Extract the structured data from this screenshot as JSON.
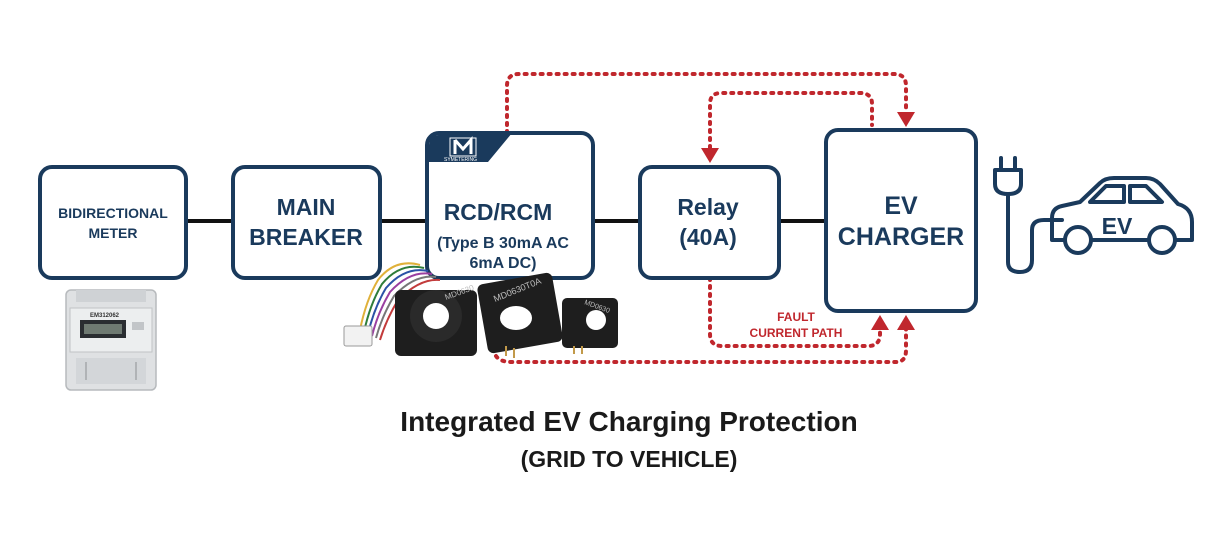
{
  "boxes": {
    "meter": {
      "line1": "BIDIRECTIONAL",
      "line2": "METER"
    },
    "breaker": {
      "line1": "MAIN",
      "line2": "BREAKER"
    },
    "rcd": {
      "line1": "RCD/RCM",
      "line2": "(Type B 30mA AC",
      "line3": "6mA DC)",
      "brand": "SYMETERING"
    },
    "relay": {
      "line1": "Relay",
      "line2": "(40A)"
    },
    "charger": {
      "line1": "EV",
      "line2": "CHARGER"
    }
  },
  "car_label": "EV",
  "fault_label": {
    "line1": "FAULT",
    "line2": "CURRENT PATH"
  },
  "meter_device_label": "EM312062",
  "sensor_labels": [
    "MD0630",
    "MD0630T0A",
    "MD0630"
  ],
  "title": "Integrated EV Charging Protection",
  "subtitle": "(GRID TO VEHICLE)",
  "colors": {
    "box_stroke": "#1a3a5c",
    "text": "#1a3a5c",
    "fault": "#c0272d",
    "wire": "#111111",
    "sensor": "#1e1e1e"
  }
}
